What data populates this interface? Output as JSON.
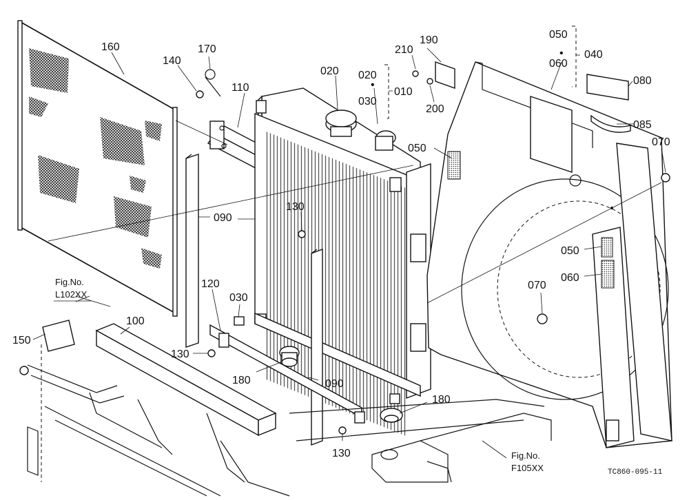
{
  "diagram": {
    "drawing_code": "TC860-095-11",
    "part_labels": {
      "p160": "160",
      "p140": "140",
      "p170": "170",
      "p110": "110",
      "p020a": "020",
      "p020b": "020",
      "p030a": "030",
      "p010": "010",
      "p210": "210",
      "p190": "190",
      "p200": "200",
      "p050a": "050",
      "p060a": "060",
      "p040": "040",
      "p080": "080",
      "p085": "085",
      "p070a": "070",
      "p050b": "050",
      "p130a": "130",
      "p090a": "090",
      "p050c": "050",
      "p060b": "060",
      "p070b": "070",
      "p120": "120",
      "p030b": "030",
      "p150": "150",
      "p100": "100",
      "p130b": "130",
      "p180a": "180",
      "p090b": "090",
      "p180b": "180",
      "p130c": "130"
    },
    "fig_refs": {
      "left": {
        "title": "Fig.No.",
        "code": "L102XX"
      },
      "right": {
        "title": "Fig.No.",
        "code": "F105XX"
      }
    }
  }
}
